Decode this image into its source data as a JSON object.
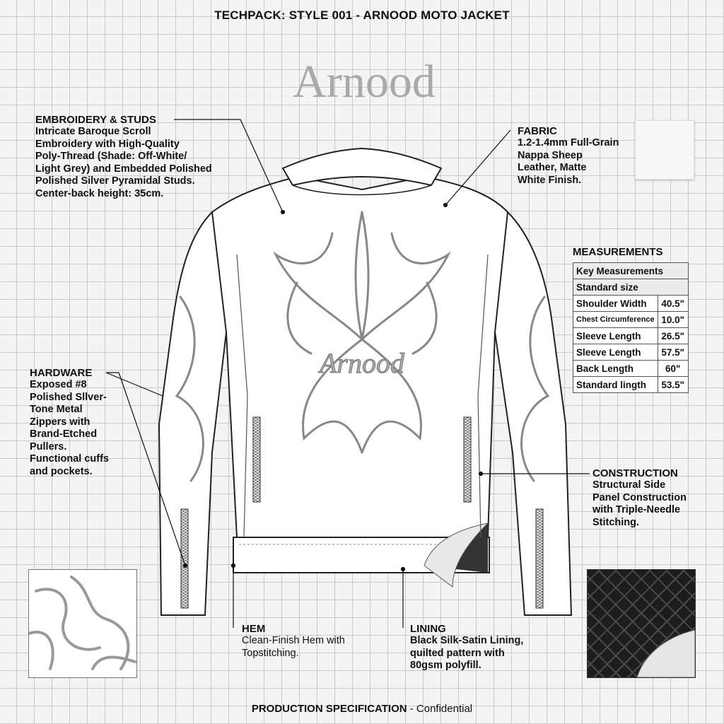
{
  "title": "TECHPACK: STYLE 001 - ARNOOD MOTO JACKET",
  "brand": "Arnood",
  "back_logo": "Arnood",
  "callouts": {
    "embroidery": {
      "heading": "EMBROIDERY & STUDS",
      "body": "Intricate Baroque Scroll\nEmbroidery with High-Quality\nPoly-Thread (Shade: Off-White/\nLight Grey) and Embedded Polished\nPolished Silver Pyramidal Studs.\nCenter-back height: 35cm."
    },
    "fabric": {
      "heading": "FABRIC",
      "body": "1.2-1.4mm Full-Grain\nNappa Sheep\nLeather, Matte\nWhite Finish."
    },
    "hardware": {
      "heading": "HARDWARE",
      "body": "Exposed #8\nPolished Sllver-\nTone Metal\nZippers with\nBrand-Etched\nPullers.\nFunctional cuffs\nand pockets."
    },
    "construction": {
      "heading": "CONSTRUCTION",
      "body": "Structural Side\nPanel Construction\nwith Triple-Needle\nStitching."
    },
    "hem": {
      "heading": "HEM",
      "body": "Clean-Finish Hem with\nTopstitching."
    },
    "lining": {
      "heading": "LINING",
      "body": "Black Silk-Satin Lining,\nquilted pattern with\n80gsm polyfill."
    }
  },
  "measurements": {
    "heading": "MEASUREMENTS",
    "table_title": "Key Measurements",
    "size_label": "Standard size",
    "rows": [
      {
        "label": "Shoulder Width",
        "value": "40.5\""
      },
      {
        "label": "Chest Circumference",
        "value": "10.0\""
      },
      {
        "label": "Sleeve Length",
        "value": "26.5\""
      },
      {
        "label": "Sleeve Length",
        "value": "57.5\""
      },
      {
        "label": "Back Length",
        "value": "60\""
      },
      {
        "label": "Standard lingth",
        "value": "53.5\""
      }
    ]
  },
  "footer": {
    "bold": "PRODUCTION SPECIFICATION",
    "rest": " - Confidential"
  }
}
